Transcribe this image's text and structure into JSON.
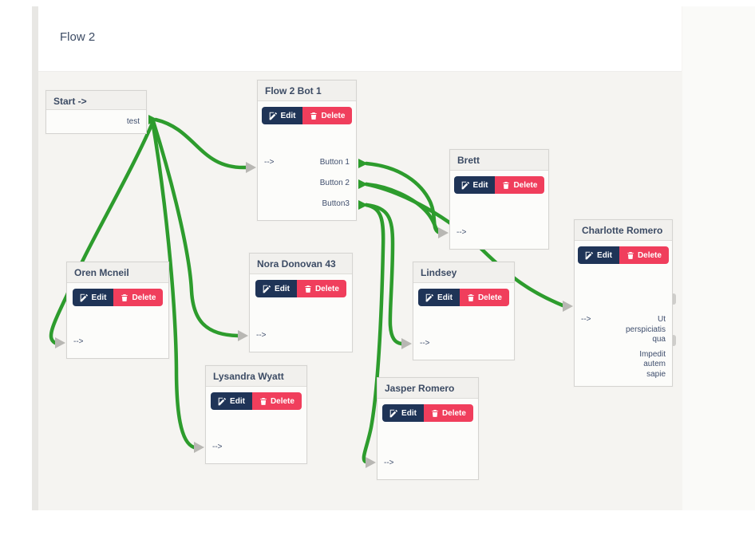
{
  "header": {
    "title": "Flow 2"
  },
  "labels": {
    "edit": "Edit",
    "delete": "Delete",
    "input_arrow": "-->"
  },
  "nodes": [
    {
      "id": "start",
      "title": "Start ->",
      "outputs": [
        "test"
      ]
    },
    {
      "id": "flow2bot1",
      "title": "Flow 2 Bot 1",
      "input": "-->",
      "outputs": [
        "Button 1",
        "Button 2",
        "Button3"
      ]
    },
    {
      "id": "brett",
      "title": "Brett",
      "input": "-->",
      "outputs": []
    },
    {
      "id": "oren",
      "title": "Oren Mcneil",
      "input": "-->",
      "outputs": []
    },
    {
      "id": "nora",
      "title": "Nora Donovan 43",
      "input": "-->",
      "outputs": []
    },
    {
      "id": "lysandra",
      "title": "Lysandra Wyatt",
      "input": "-->",
      "outputs": []
    },
    {
      "id": "lindsey",
      "title": "Lindsey",
      "input": "-->",
      "outputs": []
    },
    {
      "id": "jasper",
      "title": "Jasper Romero",
      "input": "-->",
      "outputs": []
    },
    {
      "id": "charlotte",
      "title": "Charlotte Romero",
      "input": "-->",
      "outputs": [
        "Ut\nperspiciatis\nqua",
        "Impedit\nautem\nsapie"
      ]
    }
  ],
  "connections": [
    {
      "from": "start:test",
      "to": "flow2bot1:input"
    },
    {
      "from": "start:test",
      "to": "oren:input"
    },
    {
      "from": "start:test",
      "to": "nora:input"
    },
    {
      "from": "start:test",
      "to": "lysandra:input"
    },
    {
      "from": "flow2bot1:Button 1",
      "to": "brett:input"
    },
    {
      "from": "flow2bot1:Button 2",
      "to": "brett:input"
    },
    {
      "from": "flow2bot1:Button 2",
      "to": "charlotte:input"
    },
    {
      "from": "flow2bot1:Button3",
      "to": "lindsey:input"
    },
    {
      "from": "flow2bot1:Button3",
      "to": "jasper:input"
    }
  ],
  "colors": {
    "connector_green": "#2d9c2d",
    "edit_navy": "#1f3457",
    "delete_pink": "#f03e5c",
    "text_navy": "#3c4b64",
    "canvas": "#f5f4f1"
  }
}
